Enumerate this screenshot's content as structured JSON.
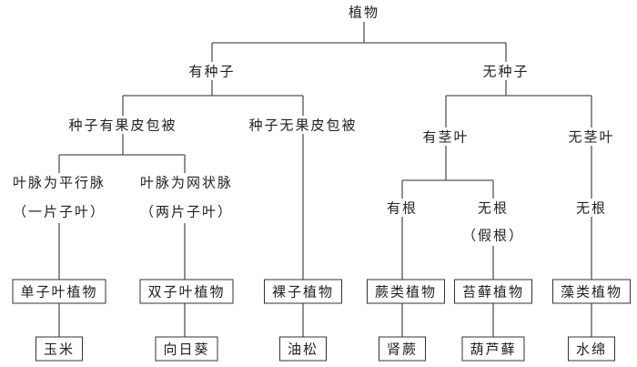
{
  "root": "植物",
  "level1": [
    "有种子",
    "无种子"
  ],
  "seed": [
    "种子有果皮包被",
    "种子无果皮包被"
  ],
  "seedless": [
    "有茎叶",
    "无茎叶"
  ],
  "veins": [
    {
      "line1": "叶脉为平行脉",
      "line2": "（一片子叶）"
    },
    {
      "line1": "叶脉为网状脉",
      "line2": "（两片子叶）"
    }
  ],
  "roots": [
    {
      "line1": "有根",
      "line2": ""
    },
    {
      "line1": "无根",
      "line2": "（假根）"
    },
    {
      "line1": "无根",
      "line2": ""
    }
  ],
  "groups": [
    "单子叶植物",
    "双子叶植物",
    "裸子植物",
    "蕨类植物",
    "苔藓植物",
    "藻类植物"
  ],
  "examples": [
    "玉米",
    "向日葵",
    "油松",
    "肾蕨",
    "葫芦藓",
    "水绵"
  ]
}
